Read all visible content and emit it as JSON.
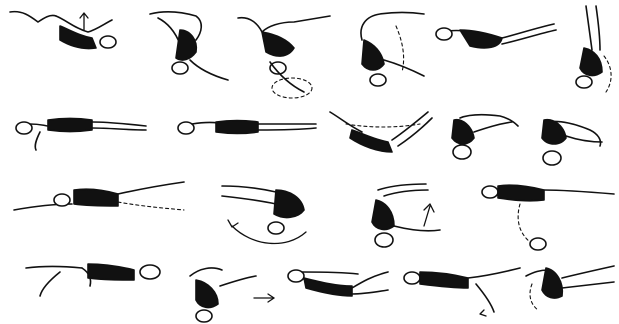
{
  "illustration": {
    "style": "black line drawings of swimsuit-clad swimmer performing synchronized swimming figures",
    "colors": {
      "ink": "#111111",
      "background": "#ffffff"
    },
    "rows": [
      {
        "figures": [
          "back-layout-knees-bent",
          "tuck-rotation",
          "back-pike-kick",
          "vertical-split-entry",
          "front-pike-leg-extension",
          "vertical-inverted"
        ]
      },
      {
        "figures": [
          "front-layout",
          "front-layout-kick",
          "v-sit-back-dip",
          "tight-pike-front",
          "tuck-back"
        ]
      },
      {
        "figures": [
          "front-layout-leg-sweep",
          "circular-pike",
          "vertical-rise",
          "front-layout-split"
        ]
      },
      {
        "figures": [
          "back-layout-knee-lift",
          "front-pike-descend",
          "back-layout-leg-raise",
          "flamingo-position",
          "ballet-leg"
        ]
      }
    ]
  }
}
